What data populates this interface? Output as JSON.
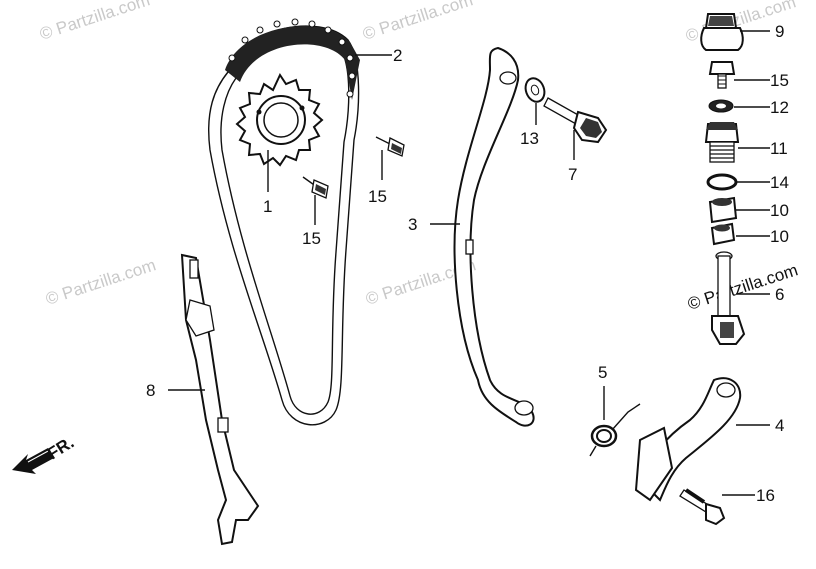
{
  "watermarks": {
    "text": "© Partzilla.com",
    "top_left": "© Partzilla.com",
    "top_mid": "© Partzilla.com",
    "top_right": "© Partzilla.com",
    "mid_left": "© Partzilla.com",
    "mid_center": "© Partzilla.com",
    "right_dark": "© Partzilla.com"
  },
  "direction_marker": {
    "label": "FR.",
    "icon": "front-arrow-icon"
  },
  "callouts": {
    "p1": "1",
    "p2": "2",
    "p3": "3",
    "p4": "4",
    "p5": "5",
    "p6": "6",
    "p7": "7",
    "p8": "8",
    "p9": "9",
    "p10a": "10",
    "p10b": "10",
    "p11": "11",
    "p12": "12",
    "p13": "13",
    "p14": "14",
    "p15a": "15",
    "p15b": "15",
    "p15c": "15",
    "p16": "16"
  }
}
